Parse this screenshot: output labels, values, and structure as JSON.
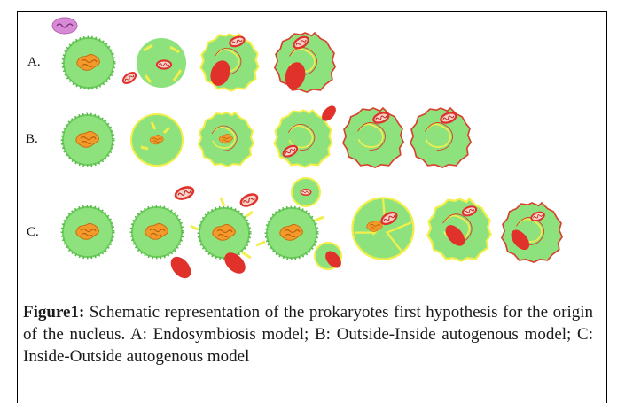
{
  "rows": [
    {
      "label": "A.",
      "stage_count": 4
    },
    {
      "label": "B.",
      "stage_count": 6
    },
    {
      "label": "C.",
      "stage_count": 7
    }
  ],
  "caption": {
    "label": "Figure1:",
    "text": " Schematic representation of the prokaryotes first hypothesis for the origin of the nucleus. A: Endosymbiosis model; B: Outside-Inside autogenous model; C: Inside-Outside autogenous model"
  },
  "colors": {
    "cell_fill": "#8ee27e",
    "cell_edge": "#5bbf4d",
    "nucleoid": "#f39a2a",
    "mitochondrion": "#e0322b",
    "membrane_yellow": "#f2ee4a",
    "membrane_red": "#d8402c",
    "archaeon": "#d98ad6"
  },
  "icons": [
    "archaeon-icon",
    "mitochondrion-icon",
    "cell-icon",
    "nucleoid-icon"
  ]
}
